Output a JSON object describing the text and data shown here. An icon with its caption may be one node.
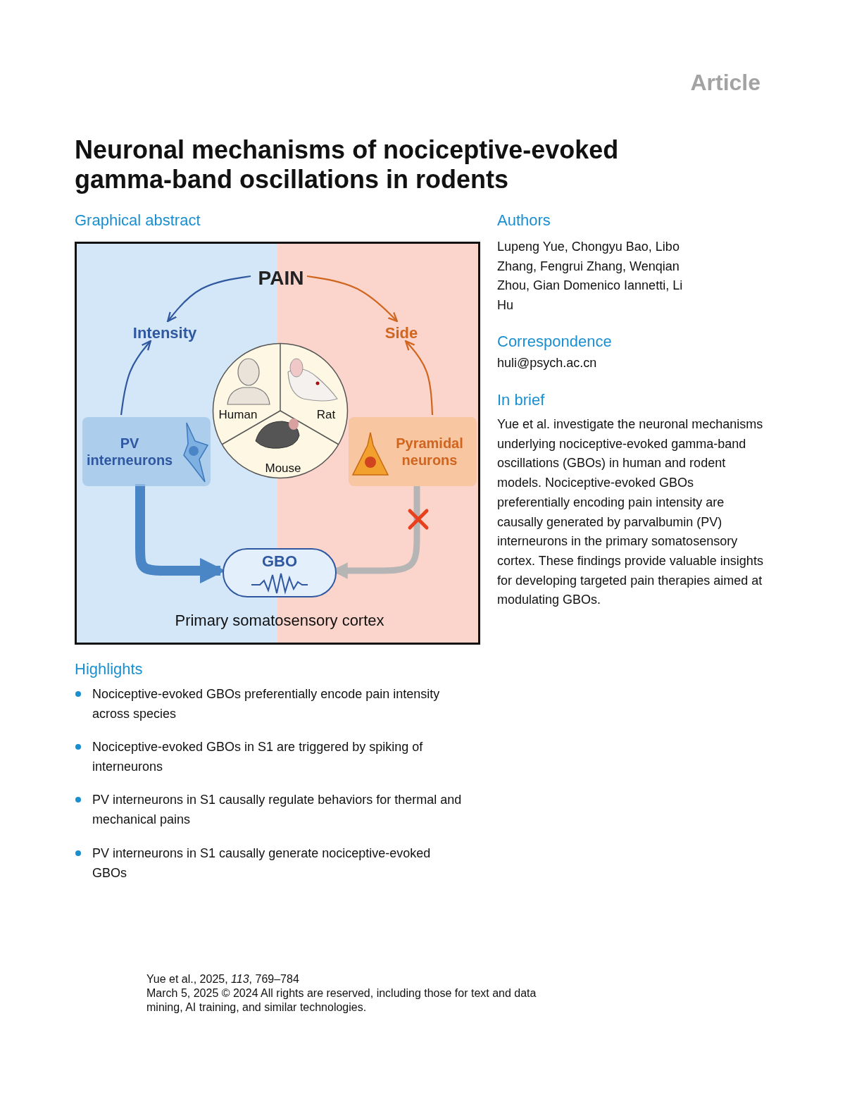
{
  "diagram": {
    "title": "Neuronal mechanisms of nociceptive-evoked gamma-band oscillations in rodents",
    "nodes": [
      {
        "text": [
          "PAIN"
        ]
      },
      {
        "text": [
          "Intensity"
        ]
      },
      {
        "text": [
          "Side"
        ]
      },
      {
        "text": [
          "PV interneurons"
        ]
      },
      {
        "text": [
          "Pyramidal neurons"
        ]
      },
      {
        "text": [],
        "shape": "circle"
      },
      {
        "text": [
          "Human"
        ],
        "in": 5
      },
      {
        "text": [
          "Rat"
        ],
        "in": 5
      },
      {
        "text": [
          "Mouse"
        ],
        "in": 5
      },
      {
        "text": [
          "GBO"
        ]
      }
    ],
    "edges": [
      {
        "from": 0,
        "to": 1,
        "arrow": "to",
        "color": "#2f58a0"
      },
      {
        "from": 0,
        "to": 2,
        "arrow": "to",
        "color": "#d0651f"
      },
      {
        "from": 3,
        "to": 1,
        "arrow": "to",
        "color": "#2f58a0"
      },
      {
        "from": 4,
        "to": 2,
        "arrow": "to",
        "color": "#d0651f"
      },
      {
        "from": 3,
        "to": 9,
        "arrow": "to",
        "style": "thick",
        "color": "#4a86c6"
      },
      {
        "from": 4,
        "to": 9,
        "arrow": "to",
        "style": "thick",
        "color": "#b5b5b5"
      }
    ],
    "labels": [
      "Article",
      "Graphical abstract",
      "Authors",
      "Lupeng Yue, Chongyu Bao, Libo Zhang, Fengrui Zhang, Wenqian Zhou, Gian Domenico Iannetti, Li Hu",
      "Correspondence",
      "huli@psych.ac.cn",
      "In brief",
      "Yue et al. investigate the neuronal mechanisms underlying nociceptive-evoked gamma-band oscillations (GBOs) in human and rodent models. Nociceptive-evoked GBOs preferentially encoding pain intensity are causally generated by parvalbumin (PV) interneurons in the primary somatosensory cortex. These findings provide valuable insights for developing targeted pain therapies aimed at modulating GBOs.",
      "Primary somatosensory cortex",
      "Highlights",
      "Nociceptive-evoked GBOs preferentially encode pain intensity across species",
      "Nociceptive-evoked GBOs in S1 are triggered by spiking of interneurons",
      "PV interneurons in S1 causally regulate behaviors for thermal and mechanical pains",
      "PV interneurons in S1 causally generate nociceptive-evoked GBOs",
      "Yue et al., 2025, *113*, 769–784",
      "March 5, 2025 © 2024 All rights are reserved, including those for text and data mining, AI training, and similar technologies."
    ]
  }
}
